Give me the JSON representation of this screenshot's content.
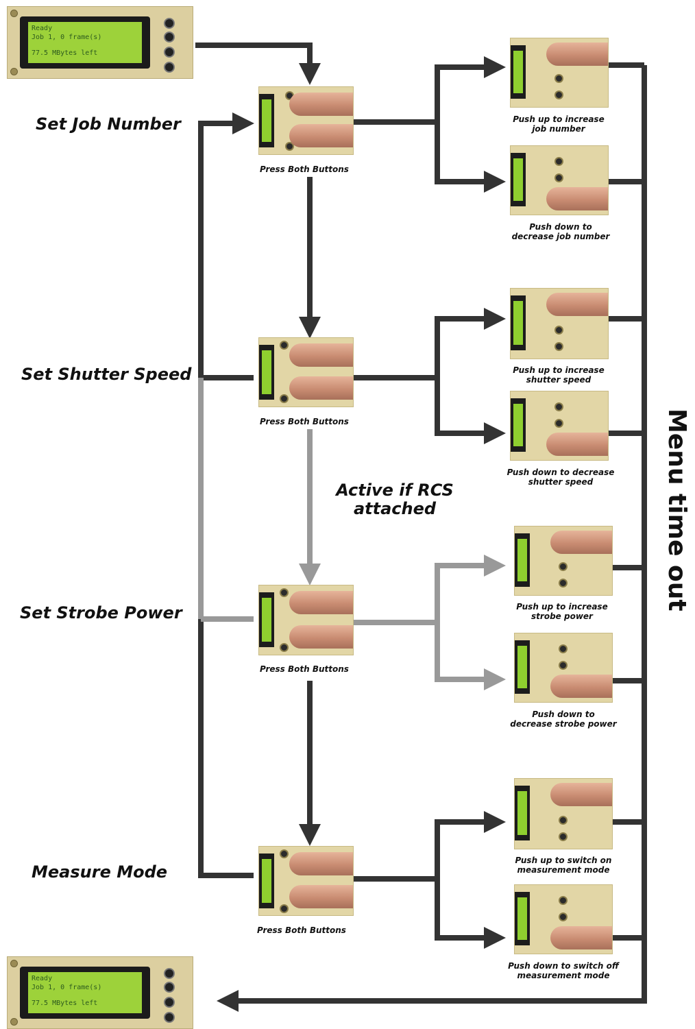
{
  "lcd": {
    "line1": "Ready",
    "line2": "Job 1, 0 frame(s)",
    "line3": "77.5 MBytes left"
  },
  "steps": [
    {
      "label": "Set Job Number",
      "action": "Press Both Buttons",
      "up": "Push up to increase\njob number",
      "down": "Push down to\ndecrease job number"
    },
    {
      "label": "Set Shutter Speed",
      "action": "Press Both Buttons",
      "up": "Push up to increase\nshutter speed",
      "down": "Push down to decrease\nshutter speed"
    },
    {
      "label": "Set Strobe Power",
      "action": "Press Both Buttons",
      "up": "Push up to increase\nstrobe power",
      "down": "Push down to\ndecrease strobe power"
    },
    {
      "label": "Measure Mode",
      "action": "Press Both Buttons",
      "up": "Push up to switch on\nmeasurement mode",
      "down": "Push down to switch off\nmeasurement mode"
    }
  ],
  "rcs_note": "Active if RCS\nattached",
  "timeout_label": "Menu time out",
  "colors": {
    "dark": "#333333",
    "grey": "#999999"
  }
}
